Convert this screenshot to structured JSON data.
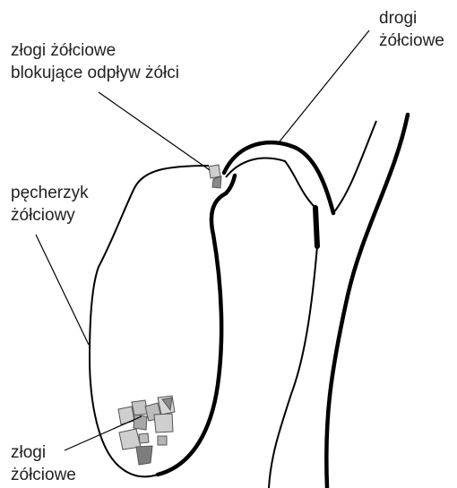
{
  "labels": {
    "bile_ducts": [
      "drogi",
      "żółciowe"
    ],
    "blocking_stones": [
      "złogi żółciowe",
      "blokujące odpływ żółci"
    ],
    "gallbladder": [
      "pęcherzyk",
      "żółciowy"
    ],
    "stones": [
      "złogi",
      "żółciowe"
    ]
  },
  "colors": {
    "stroke": "#000000",
    "text": "#222222",
    "stone_light": "#cfcfcf",
    "stone_mid": "#a8a8a8",
    "stone_dark": "#7d7d7d"
  }
}
